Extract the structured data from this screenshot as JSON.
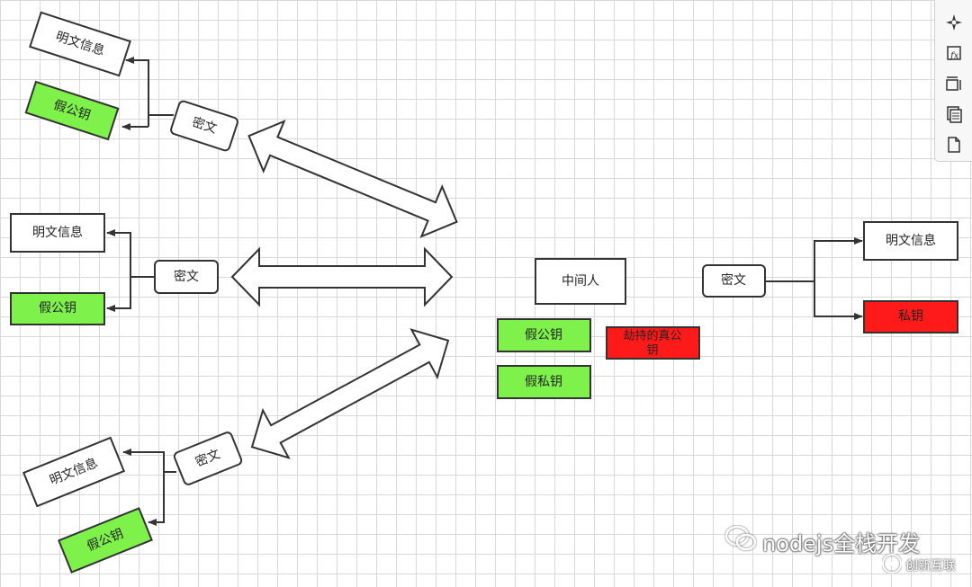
{
  "colors": {
    "fake_key": "#7ef24a",
    "real_key": "#ff1a1a",
    "outline": "#333333",
    "grid": "#d8d8d8"
  },
  "left_top": {
    "plaintext": "明文信息",
    "fake_pubkey": "假公钥",
    "ciphertext": "密文"
  },
  "left_mid": {
    "plaintext": "明文信息",
    "fake_pubkey": "假公钥",
    "ciphertext": "密文"
  },
  "left_bottom": {
    "plaintext": "明文信息",
    "fake_pubkey": "假公钥",
    "ciphertext": "密文"
  },
  "mitm": {
    "label": "中间人",
    "fake_pubkey": "假公钥",
    "fake_privkey": "假私钥",
    "hijacked_line1": "劫持的真公",
    "hijacked_line2": "钥"
  },
  "right": {
    "ciphertext": "密文",
    "plaintext": "明文信息",
    "privkey": "私钥"
  },
  "toolbar": {
    "icons": [
      "compass-icon",
      "function-icon",
      "resize-icon",
      "pages-icon",
      "document-icon"
    ]
  },
  "watermark": {
    "brand": "nodejs全栈开发",
    "site": "创新互联"
  }
}
